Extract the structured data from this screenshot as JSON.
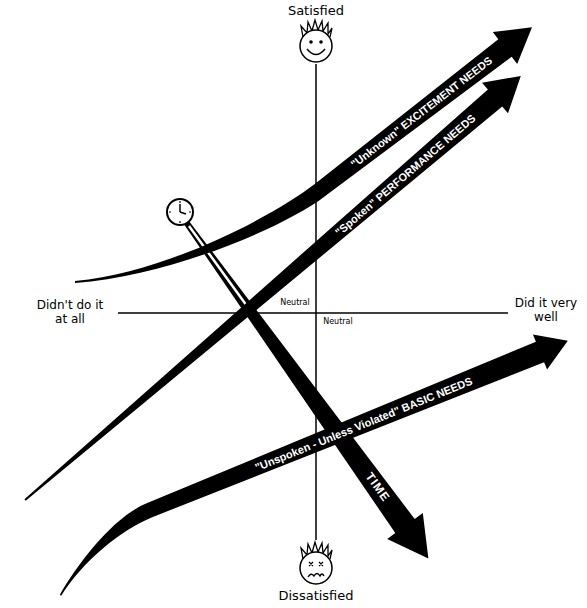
{
  "diagram": {
    "labels": [
      "Satisfied",
      "Didn't do it at all",
      "Did it very well",
      "Neutral",
      "Neutral",
      "\"Unknown\" EXCITEMENT NEEDS",
      "\"Spoken\" PERFORMANCE NEEDS",
      "\"Unspoken - Unless Violated\" BASIC NEEDS",
      "TIME",
      "Dissatisfied"
    ]
  }
}
